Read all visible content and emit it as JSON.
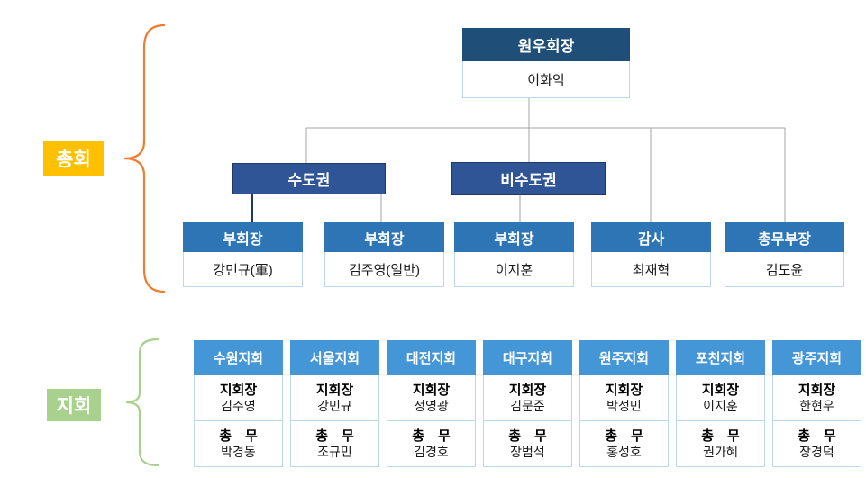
{
  "legend": {
    "assembly_label": "총회",
    "branch_label": "지회"
  },
  "org": {
    "president": {
      "title": "원우회장",
      "name": "이화익"
    },
    "regions": [
      {
        "title": "수도권"
      },
      {
        "title": "비수도권"
      }
    ],
    "officers": [
      {
        "title": "부회장",
        "name": "강민규(軍)"
      },
      {
        "title": "부회장",
        "name": "김주영(일반)"
      },
      {
        "title": "부회장",
        "name": "이지훈"
      },
      {
        "title": "감사",
        "name": "최재혁"
      },
      {
        "title": "총무부장",
        "name": "김도윤"
      }
    ],
    "branches": [
      {
        "title": "수원지회",
        "chief_label": "지회장",
        "chief_name": "김주영",
        "admin_label": "총 무",
        "admin_name": "박경동"
      },
      {
        "title": "서울지회",
        "chief_label": "지회장",
        "chief_name": "강민규",
        "admin_label": "총 무",
        "admin_name": "조규민"
      },
      {
        "title": "대전지회",
        "chief_label": "지회장",
        "chief_name": "정영광",
        "admin_label": "총 무",
        "admin_name": "김경호"
      },
      {
        "title": "대구지회",
        "chief_label": "지회장",
        "chief_name": "김문준",
        "admin_label": "총 무",
        "admin_name": "장범석"
      },
      {
        "title": "원주지회",
        "chief_label": "지회장",
        "chief_name": "박성민",
        "admin_label": "총 무",
        "admin_name": "홍성호"
      },
      {
        "title": "포천지회",
        "chief_label": "지회장",
        "chief_name": "이지훈",
        "admin_label": "총 무",
        "admin_name": "권가혜"
      },
      {
        "title": "광주지회",
        "chief_label": "지회장",
        "chief_name": "한현우",
        "admin_label": "총 무",
        "admin_name": "장경덕"
      }
    ]
  },
  "colors": {
    "president_header": "#1F4E79",
    "region_fill": "#2F5597",
    "region_border": "#1F3864",
    "officer_header": "#2E75B6",
    "branch_header": "#4596D6",
    "card_border": "#BDD7EE",
    "assembly_label_bg": "#FFC000",
    "branch_label_bg": "#A9D18E",
    "assembly_brace": "#ED7D31",
    "branch_brace": "#A9D18E",
    "connector": "#A6A6A6",
    "connector_dark": "#1F3864"
  }
}
